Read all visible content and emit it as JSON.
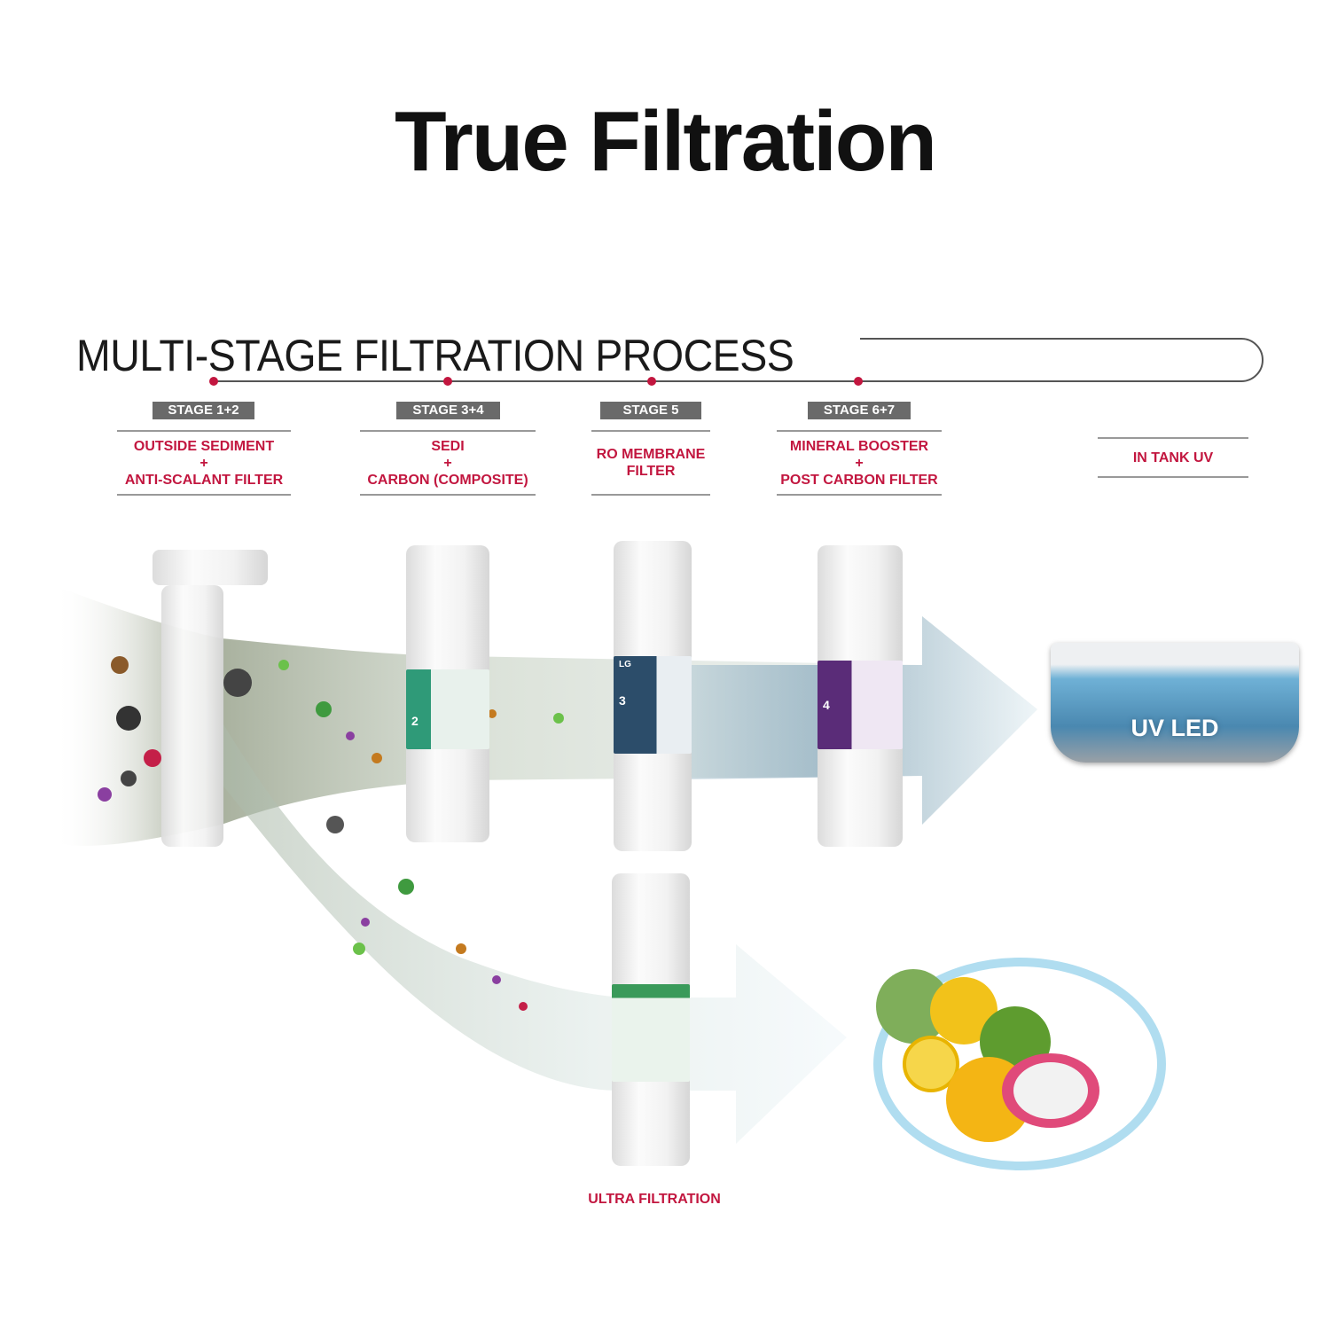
{
  "title": "True Filtration",
  "process": {
    "heading": "MULTI-STAGE FILTRATION PROCESS",
    "accent_color": "#c2163f",
    "stages": [
      {
        "badge": "STAGE 1+2",
        "line1": "OUTSIDE SEDIMENT",
        "plus": "+",
        "line2": "ANTI-SCALANT FILTER"
      },
      {
        "badge": "STAGE 3+4",
        "line1": "SEDI",
        "plus": "+",
        "line2": "CARBON (COMPOSITE)"
      },
      {
        "badge": "STAGE 5",
        "line1": "RO MEMBRANE",
        "line2": "FILTER"
      },
      {
        "badge": "STAGE 6+7",
        "line1": "MINERAL BOOSTER",
        "plus": "+",
        "line2": "POST CARBON FILTER"
      },
      {
        "line1": "IN TANK UV"
      }
    ]
  },
  "uv_tank": {
    "label": "UV LED"
  },
  "ultra_filtration": {
    "label": "ULTRA FILTRATION"
  },
  "cartridge_brand": "LG",
  "cartridge_numbers": [
    "2",
    "3",
    "4"
  ]
}
